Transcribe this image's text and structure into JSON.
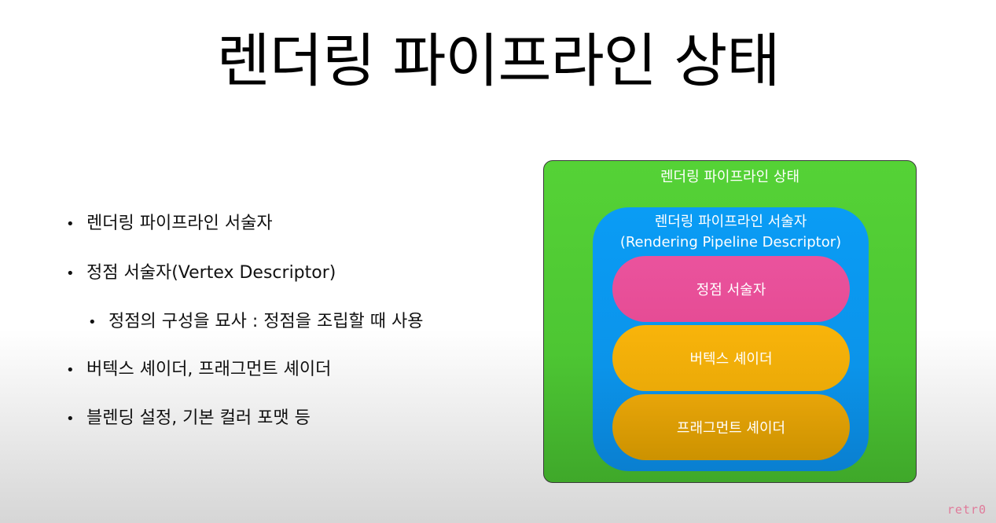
{
  "title": "렌더링 파이프라인 상태",
  "bullets": [
    {
      "text": "렌더링 파이프라인 서술자",
      "level": 1
    },
    {
      "text": "정점 서술자(Vertex Descriptor)",
      "level": 1
    },
    {
      "text": "정점의 구성을 묘사 : 정점을 조립할 때 사용",
      "level": 2
    },
    {
      "text": "버텍스 셰이더, 프래그먼트 셰이더",
      "level": 1
    },
    {
      "text": "블렌딩 설정, 기본 컬러 포맷 등",
      "level": 1
    }
  ],
  "bullet_glyph": "•",
  "diagram": {
    "outer_label": "렌더링 파이프라인 상태",
    "inner_label_line1": "렌더링 파이프라인 서술자",
    "inner_label_line2": "(Rendering Pipeline Descriptor)",
    "stages": [
      {
        "label": "정점 서술자",
        "color": "#e64c95"
      },
      {
        "label": "버텍스 셰이더",
        "color": "#f9b40a"
      },
      {
        "label": "프래그먼트 셰이더",
        "color": "#d99a00"
      }
    ],
    "colors": {
      "outer": "#4dc633",
      "inner": "#0b94ea"
    }
  },
  "watermark": "retr0"
}
